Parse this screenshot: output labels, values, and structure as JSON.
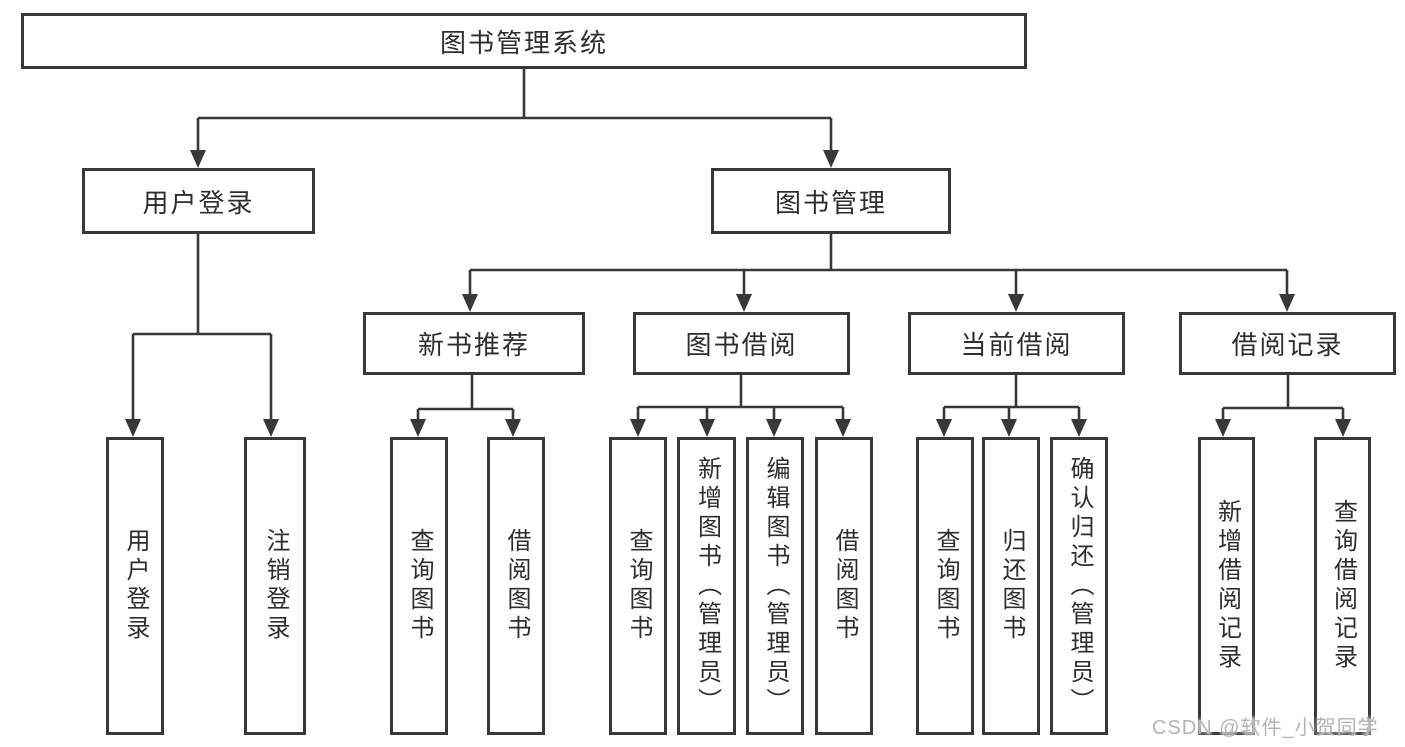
{
  "diagram": {
    "root": {
      "label": "图书管理系统"
    },
    "level2": [
      {
        "label": "用户登录",
        "parent": "图书管理系统"
      },
      {
        "label": "图书管理",
        "parent": "图书管理系统"
      }
    ],
    "level3": [
      {
        "label": "新书推荐",
        "parent": "图书管理"
      },
      {
        "label": "图书借阅",
        "parent": "图书管理"
      },
      {
        "label": "当前借阅",
        "parent": "图书管理"
      },
      {
        "label": "借阅记录",
        "parent": "图书管理"
      }
    ],
    "leaves": [
      {
        "label": "用户登录",
        "parent": "用户登录"
      },
      {
        "label": "注销登录",
        "parent": "用户登录"
      },
      {
        "label": "查询图书",
        "parent": "新书推荐"
      },
      {
        "label": "借阅图书",
        "parent": "新书推荐"
      },
      {
        "label": "查询图书",
        "parent": "图书借阅"
      },
      {
        "label": "新增图书（管理员）",
        "parent": "图书借阅"
      },
      {
        "label": "编辑图书（管理员）",
        "parent": "图书借阅"
      },
      {
        "label": "借阅图书",
        "parent": "图书借阅"
      },
      {
        "label": "查询图书",
        "parent": "当前借阅"
      },
      {
        "label": "归还图书",
        "parent": "当前借阅"
      },
      {
        "label": "确认归还（管理员）",
        "parent": "当前借阅"
      },
      {
        "label": "新增借阅记录",
        "parent": "借阅记录"
      },
      {
        "label": "查询借阅记录",
        "parent": "借阅记录"
      }
    ]
  },
  "watermark": {
    "text": "CSDN @软件_小贺同学"
  },
  "colors": {
    "line": "#383838",
    "text": "#2e2e2e",
    "background": "#ffffff",
    "watermark": "#b4b4b4"
  }
}
